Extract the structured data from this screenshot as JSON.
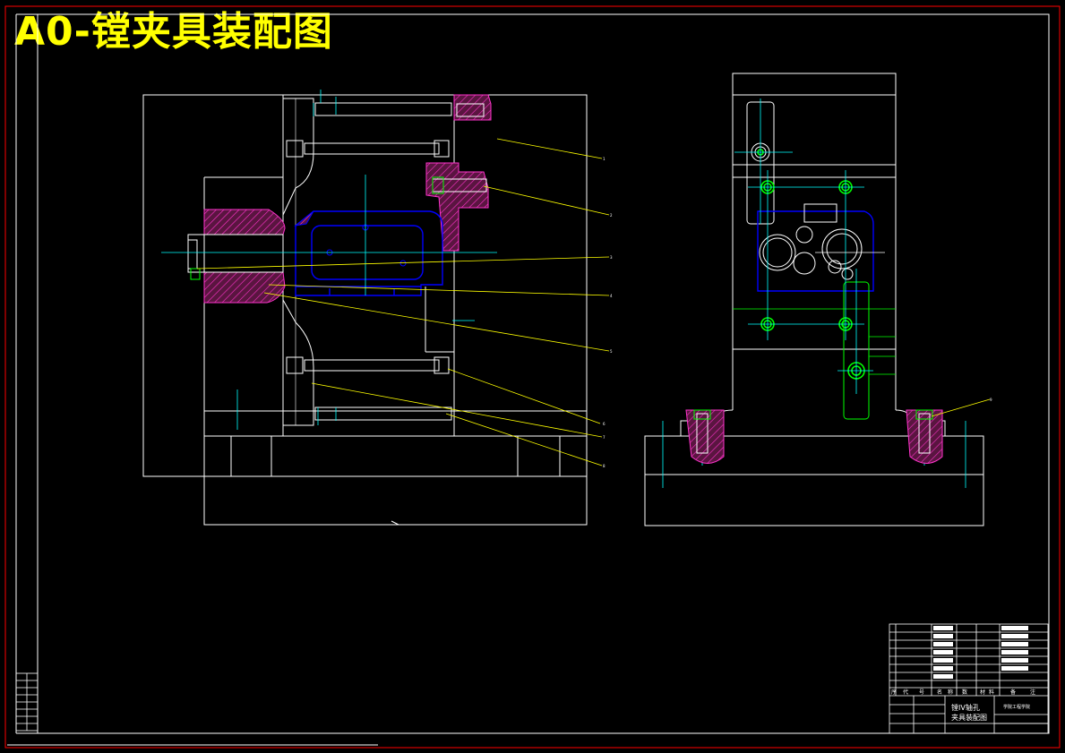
{
  "drawing_title": "A0-镗夹具装配图",
  "title_block": {
    "part_name_line1": "镗IV轴孔",
    "part_name_line2": "夹具装配图",
    "school": "学院工程学院",
    "header_cells": [
      "序",
      "代",
      "号",
      "名",
      "称",
      "数",
      "材",
      "料",
      "备",
      "注"
    ]
  },
  "colors": {
    "background": "#000000",
    "frame": "#ffffff",
    "border": "#ff0000",
    "title": "#ffff00",
    "part": "#0000ff",
    "centerline": "#00ffff",
    "leader": "#ffff00",
    "hatch": "#ff00ff",
    "hatch_fill": "#6a1b4d",
    "green": "#00ff00"
  }
}
